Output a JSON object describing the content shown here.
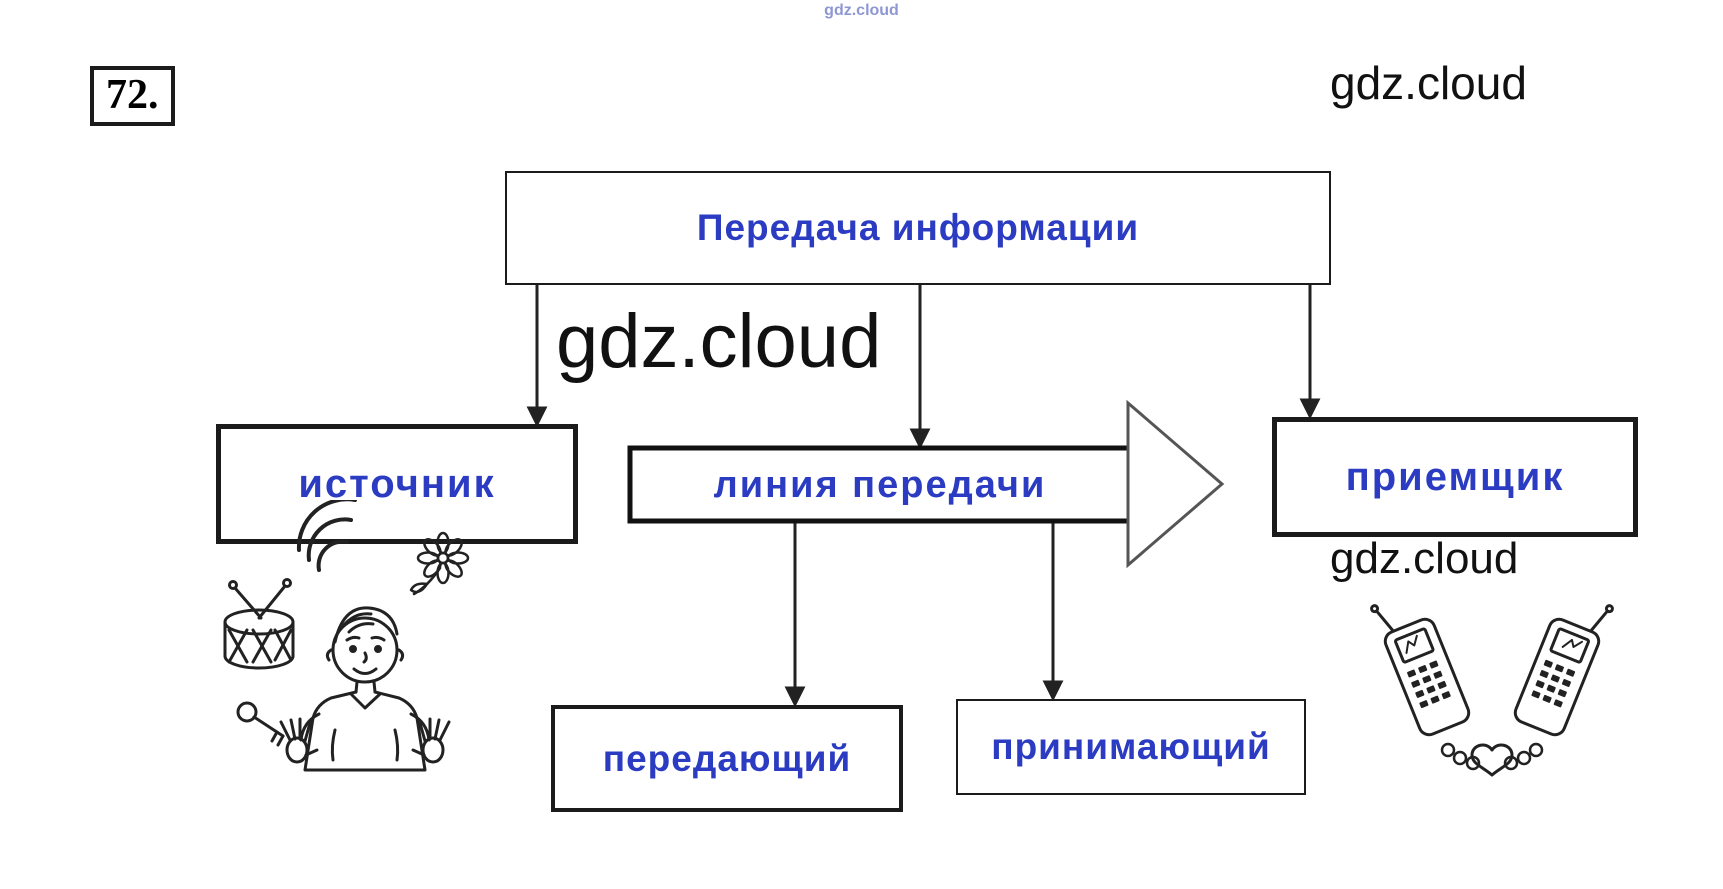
{
  "watermarks": {
    "top": "gdz.cloud",
    "top_right": "gdz.cloud",
    "center": "gdz.cloud",
    "right": "gdz.cloud"
  },
  "task": {
    "number": "72."
  },
  "diagram": {
    "title": "Передача информации",
    "source": "источник",
    "line": "линия  передачи",
    "receiver": "приемщик",
    "transmitting": "передающий",
    "receiving": "принимающий"
  },
  "illustrations": {
    "source": "child-with-drum-flower-and-key",
    "receiver": "two-mobile-phones-with-heart"
  },
  "colors": {
    "label_blue": "#2b3cc2",
    "ink": "#1b1b1b",
    "watermark": "#111111",
    "watermark_top": "#7b85cc"
  }
}
